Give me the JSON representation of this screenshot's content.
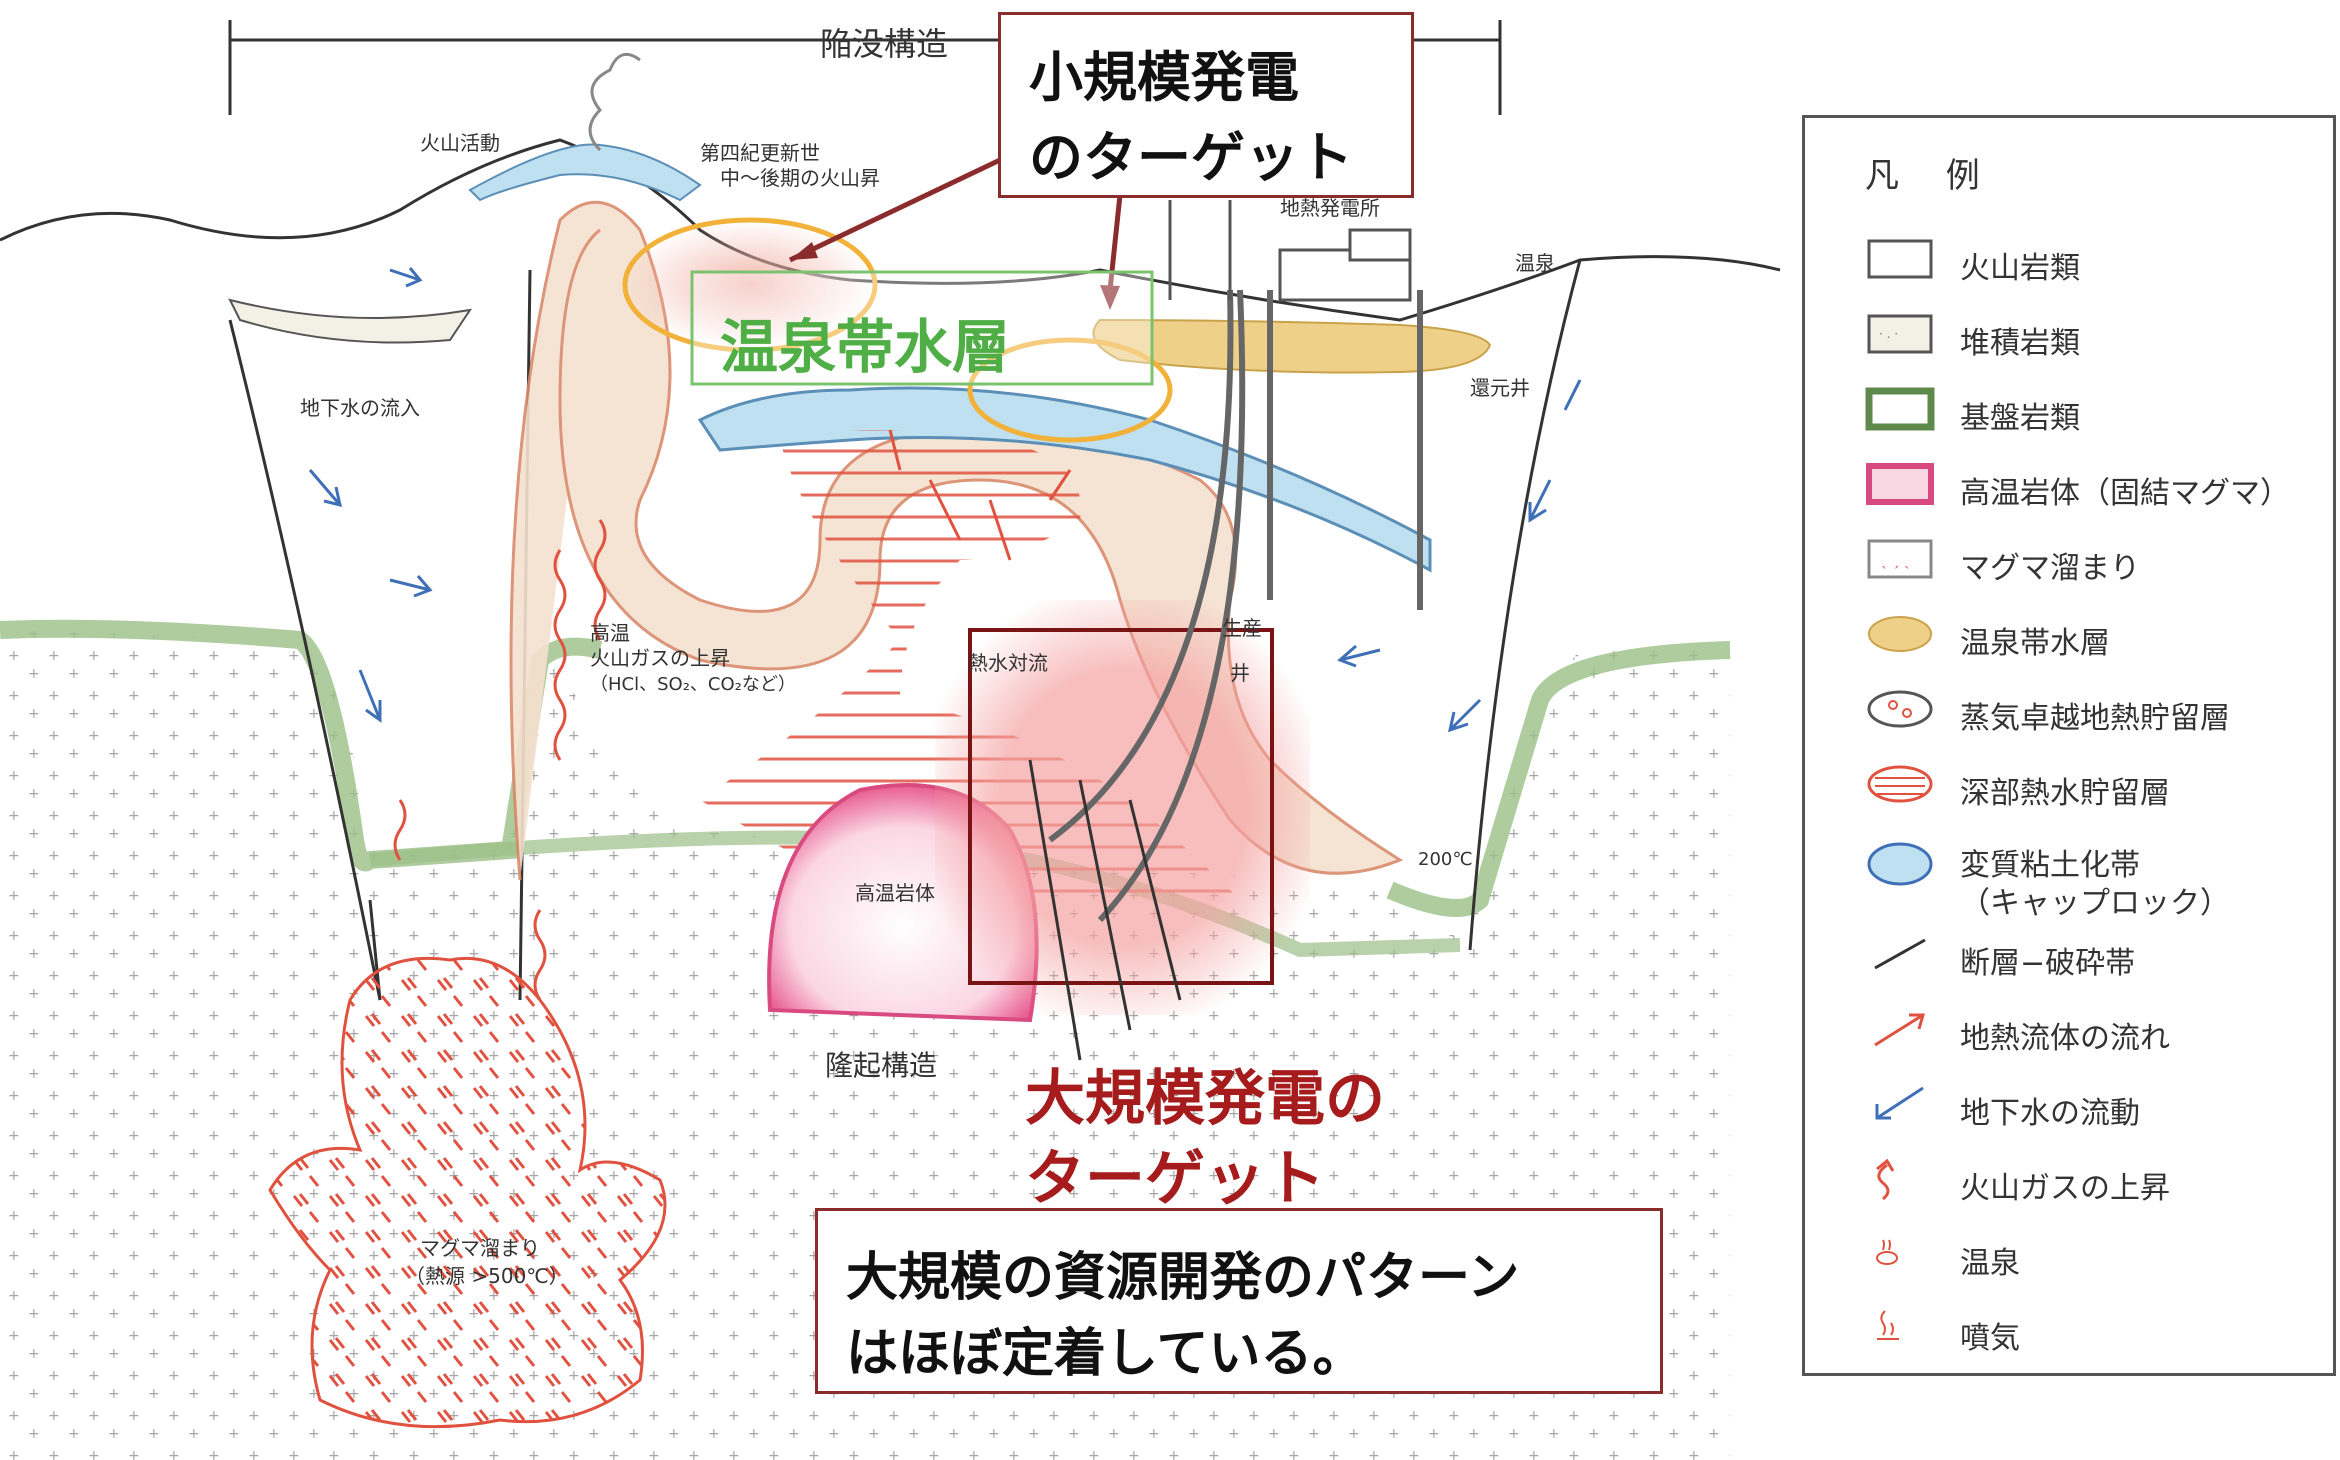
{
  "diagram": {
    "labels": {
      "subsidence": "陥没構造",
      "volcanic_activity": "火山活動",
      "quaternary": "第四紀更新世",
      "quaternary2": "中〜後期の火山昇",
      "geothermal_plant": "地熱発電所",
      "hot_spring": "温泉",
      "reinjection_well": "還元井",
      "groundwater_inflow": "地下水の流入",
      "gas_rise1": "高温",
      "gas_rise2": "火山ガスの上昇",
      "gas_rise3": "（HCl、SO₂、CO₂など）",
      "convection": "熱水対流",
      "production_well1": "生産",
      "production_well2": "井",
      "temp_200": "200℃",
      "hot_rock": "高温岩体",
      "uplift": "隆起構造",
      "magma1": "マグマ溜まり",
      "magma2": "（熱源 >500℃）"
    },
    "onsen_aquifer_label": "温泉帯水層",
    "small_target": [
      "小規模発電",
      "のターゲット"
    ],
    "large_target": [
      "大規模発電の",
      "ターゲット"
    ],
    "note": [
      "大規模の資源開発のパターン",
      "はほぼ定着している。"
    ]
  },
  "legend": {
    "title": "凡 例",
    "items": [
      {
        "label": "火山岩類",
        "symbol": "volcanic-rock"
      },
      {
        "label": "堆積岩類",
        "symbol": "sedimentary-rock"
      },
      {
        "label": "基盤岩類",
        "symbol": "basement-rock"
      },
      {
        "label": "高温岩体（固結マグマ）",
        "symbol": "hot-rock"
      },
      {
        "label": "マグマ溜まり",
        "symbol": "magma-chamber"
      },
      {
        "label": "温泉帯水層",
        "symbol": "hot-spring-aquifer"
      },
      {
        "label": "蒸気卓越地熱貯留層",
        "symbol": "steam-reservoir"
      },
      {
        "label": "深部熱水貯留層",
        "symbol": "deep-hot-water-reservoir"
      },
      {
        "label": "変質粘土化帯",
        "symbol": "altered-clay-zone"
      },
      {
        "label": "（キャップロック）",
        "symbol": "none"
      },
      {
        "label": "断層−破砕帯",
        "symbol": "fault"
      },
      {
        "label": "地熱流体の流れ",
        "symbol": "geothermal-flow"
      },
      {
        "label": "地下水の流動",
        "symbol": "groundwater-flow"
      },
      {
        "label": "火山ガスの上昇",
        "symbol": "gas-rise"
      },
      {
        "label": "温泉",
        "symbol": "hot-spring"
      },
      {
        "label": "噴気",
        "symbol": "fumarole"
      }
    ]
  },
  "colors": {
    "magma_red": "#e0523f",
    "groundwater_blue": "#3f6fb7",
    "aquifer_yellow": "#efd089",
    "cap_blue": "#bfe0f0",
    "basement_green": "#9bbf87",
    "target_red": "#a61c1c",
    "onsen_green": "#4fae45"
  }
}
